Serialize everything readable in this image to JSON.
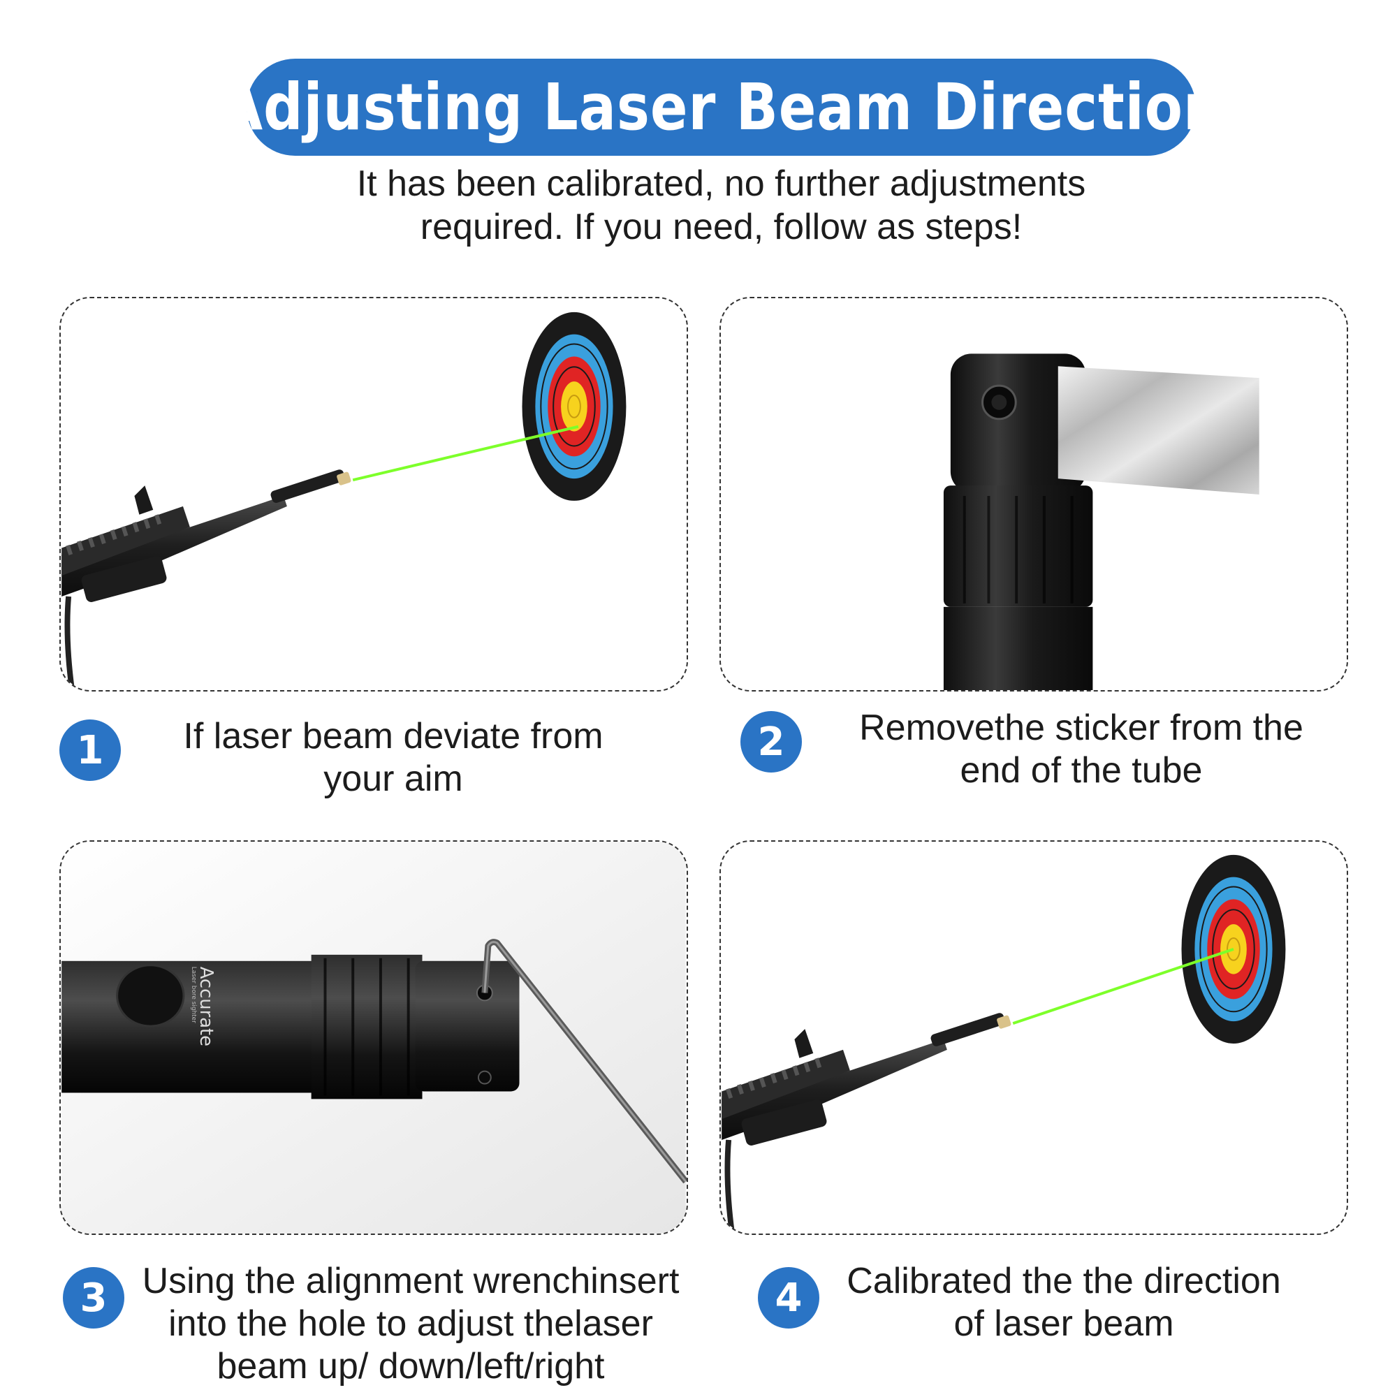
{
  "header": {
    "title": "Adjusting Laser Beam Direction",
    "subtitle_line1": "It has been calibrated, no further adjustments",
    "subtitle_line2": "required. If you need, follow as  steps!"
  },
  "colors": {
    "accent": "#2a74c5",
    "laser": "#7dff2a",
    "target_outer": "#1a1a1a",
    "target_blue": "#3aa0dd",
    "target_red": "#e02424",
    "target_yellow": "#f7d21e"
  },
  "steps": [
    {
      "number": "1",
      "line1": "If laser beam deviate from",
      "line2": "your aim",
      "line3": ""
    },
    {
      "number": "2",
      "line1": "Removethe sticker from the",
      "line2": "end of the tube",
      "line3": ""
    },
    {
      "number": "3",
      "line1": "Using the alignment wrenchinsert",
      "line2": "into the hole to adjust thelaser",
      "line3": "beam up/ down/left/right"
    },
    {
      "number": "4",
      "line1": "Calibrated the the direction",
      "line2": "of laser beam",
      "line3": ""
    }
  ],
  "images": {
    "panel1": "rifle-with-laser-aimed-off-center-target",
    "panel2": "laser-tube-end-with-sticker",
    "panel3": "laser-boresighter-with-hex-wrench",
    "panel4": "rifle-with-laser-aimed-center-target"
  },
  "brand_text": "Accurate",
  "brand_subtext": "Laser bore sighter"
}
